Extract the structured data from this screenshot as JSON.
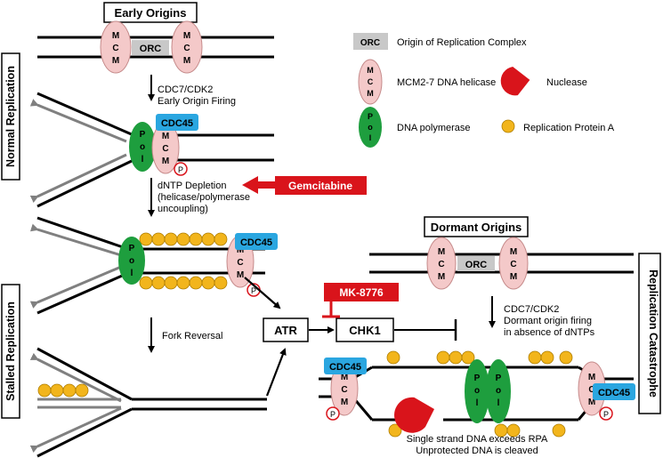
{
  "titles": {
    "early_origins": "Early Origins",
    "dormant_origins": "Dormant Origins",
    "normal_replication": "Normal Replication",
    "stalled_replication": "Stalled Replication",
    "replication_catastrophe": "Replication Catastrophe"
  },
  "protein_labels": {
    "orc": "ORC",
    "mcm_letters": [
      "M",
      "C",
      "M"
    ],
    "pol_letters": [
      "P",
      "o",
      "l"
    ],
    "cdc45": "CDC45",
    "phospho": "P"
  },
  "legend": {
    "orc": "Origin of Replication Complex",
    "mcm": "MCM2-7 DNA helicase",
    "nuclease": "Nuclease",
    "pol": "DNA polymerase",
    "rpa": "Replication Protein A"
  },
  "steps": {
    "firing_line1": "CDC7/CDK2",
    "firing_line2": "Early Origin Firing",
    "dntp_line1": "dNTP Depletion",
    "dntp_line2": "(helicase/polymerase",
    "dntp_line3": "uncoupling)",
    "fork_reversal": "Fork Reversal",
    "dormant_line1": "CDC7/CDK2",
    "dormant_line2": "Dormant origin firing",
    "dormant_line3": "in absence of dNTPs",
    "ssdna_line1": "Single strand DNA exceeds RPA",
    "ssdna_line2": "Unprotected DNA is cleaved"
  },
  "drugs": {
    "gemcitabine": "Gemcitabine",
    "mk8776": "MK-8776"
  },
  "kinases": {
    "atr": "ATR",
    "chk1": "CHK1"
  },
  "colors": {
    "mcm_fill": "#f4c9c9",
    "pol_fill": "#1e9e3e",
    "orc_fill": "#c8c8c8",
    "cdc45_fill": "#2aa6e0",
    "rpa_fill": "#f2b51c",
    "drug_red": "#d9141b",
    "grey_strand": "#808080"
  }
}
